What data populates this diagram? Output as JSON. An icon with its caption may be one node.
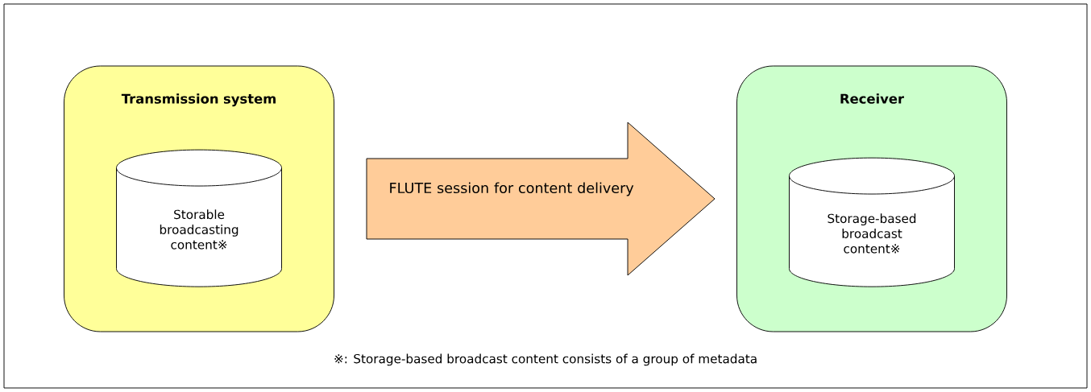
{
  "diagram": {
    "nodes": [
      {
        "text": [
          "Transmission system"
        ]
      },
      {
        "text": [
          "Storable broadcasting content※"
        ],
        "in": 0
      },
      {
        "text": [
          "Receiver"
        ]
      },
      {
        "text": [
          "Storage-based broadcast content※"
        ],
        "in": 2
      }
    ],
    "edges": [
      {
        "from": 0,
        "to": 2,
        "arrow": "to",
        "label": "FLUTE session for content delivery"
      }
    ],
    "labels": [
      "※: Storage-based broadcast content consists of a group of metadata"
    ]
  }
}
